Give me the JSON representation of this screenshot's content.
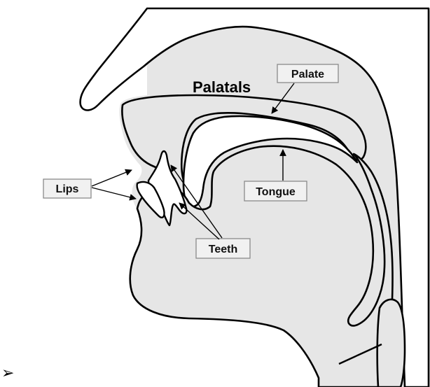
{
  "diagram": {
    "title": "Palatals",
    "labels": {
      "palate": "Palate",
      "lips": "Lips",
      "tongue": "Tongue",
      "teeth": "Teeth"
    }
  },
  "bullet_glyph": "➢",
  "colors": {
    "tissue": "#e6e6e6",
    "outline": "#000000",
    "label_fill": "#f1f1f1",
    "label_border": "#8a8a8a"
  }
}
